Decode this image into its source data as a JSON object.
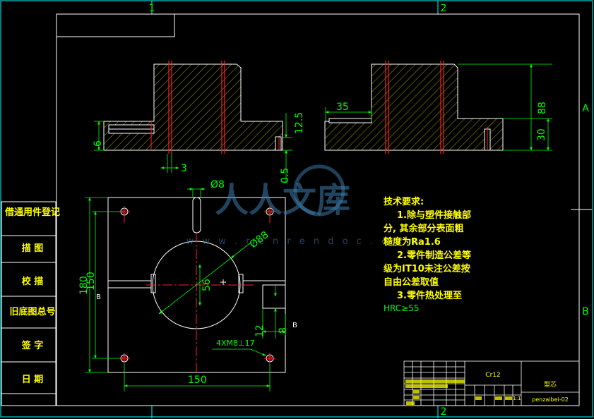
{
  "zones": {
    "top_1": "1",
    "top_2": "2",
    "right_a": "A",
    "right_b": "B",
    "bottom_2": "2"
  },
  "side_labels": [
    "借通用件登记",
    "描 图",
    "校 描",
    "旧底图总号",
    "签 字",
    "日 期"
  ],
  "dims": {
    "d6": "6",
    "d3": "3",
    "d12_5": "12.5",
    "d0_5": "0.5",
    "d35": "35",
    "d88": "88",
    "d30": "30",
    "phi8": "Ø8",
    "phi88": "Ø88",
    "d56": "56",
    "d180": "180",
    "d150v": "150",
    "d150h": "150",
    "d12": "12",
    "d8": "8",
    "thread": "4XM8⊥17",
    "sec_b1": "B",
    "sec_b2": "B"
  },
  "notes": {
    "heading": "技术要求:",
    "line1": "1.除与塑件接触部",
    "line2": "分, 其余部分表面粗",
    "line3": "糙度为Ra1.6",
    "line4": "2.零件制造公差等",
    "line5": "级为IT10未注公差按",
    "line6": "自由公差取值",
    "line7": "3.零件热处理至",
    "line8": "HRC≥55"
  },
  "title_block": {
    "material": "Cr12",
    "part_name": "型芯",
    "drawing_no": "penzaibei-02",
    "scale": "1:1"
  },
  "watermark": {
    "text": "人人文库",
    "url": "w w w . r e n r e n d o c . c o m"
  },
  "colors": {
    "frame": "#ffffff",
    "outline": "#ffffff",
    "hatch": "#d4d400",
    "center": "#ff2020",
    "dim": "#00ff00",
    "border_cyan": "#00ffff"
  }
}
